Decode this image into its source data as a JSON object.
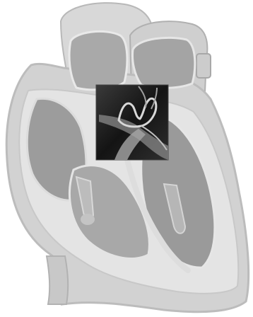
{
  "image": {
    "subject": "heart-cross-section-illustration",
    "style": "grayscale",
    "highlight": "valve-inset",
    "colors": {
      "background": "#ffffff",
      "outer_tissue": "#d2d2d2",
      "wall_light": "#e4e4e4",
      "chamber": "#a9a9a9",
      "chamber_dark": "#9a9a9a",
      "outline": "#8c8c8c",
      "inset_bg": "#1e1e1e",
      "inset_valve": "#bdbdbd"
    }
  }
}
